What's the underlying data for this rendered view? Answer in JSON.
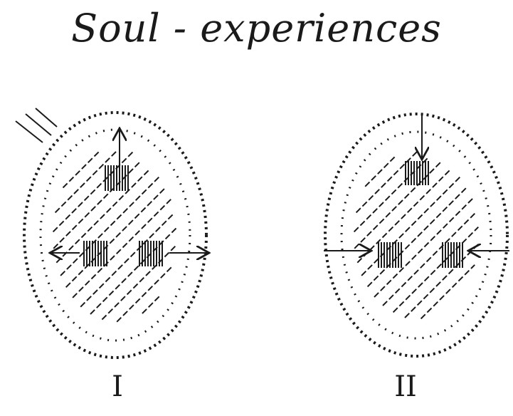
{
  "title": "Soul - experiences",
  "figures": [
    {
      "label": "I"
    },
    {
      "label": "II"
    }
  ],
  "ink_color": "#1a1a1a"
}
